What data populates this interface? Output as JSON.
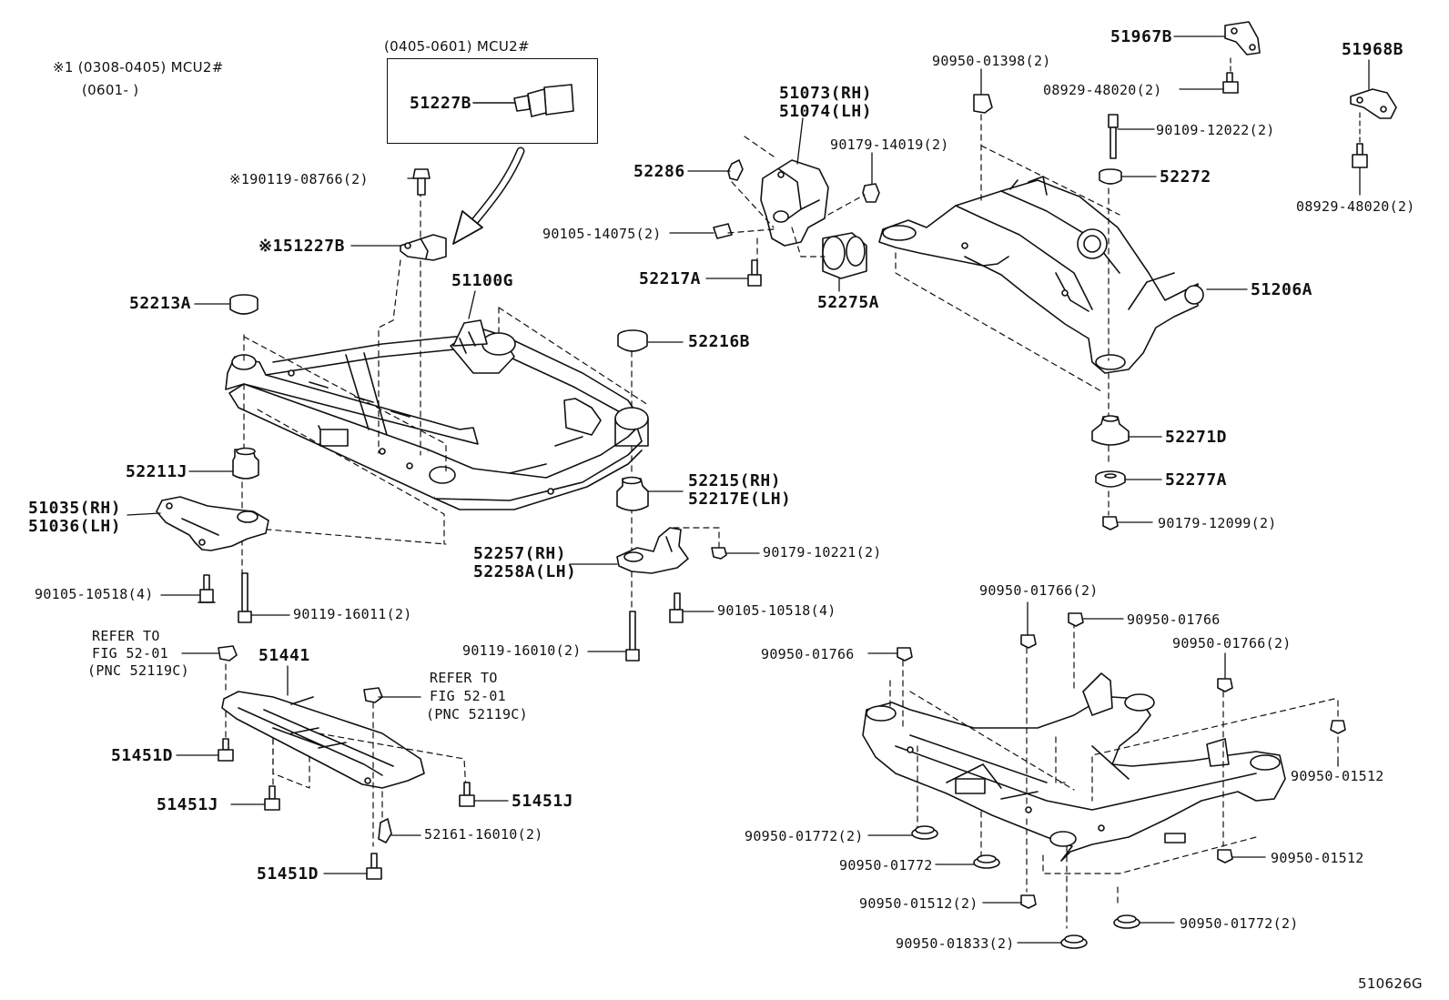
{
  "notes": {
    "note1_line1": "※1 (0308-0405) MCU2#",
    "note1_line2": "(0601-   )",
    "inset_title": "(0405-0601) MCU2#",
    "doc_code": "510626G"
  },
  "refer_notes": {
    "left": {
      "line1": "REFER TO",
      "line2": "FIG 52-01",
      "line3": "(PNC 52119C)"
    },
    "right": {
      "line1": "REFER TO",
      "line2": "FIG 52-01",
      "line3": "(PNC 52119C)"
    }
  },
  "parts": {
    "p51227B_inset": "51227B",
    "p90119_08766": "※190119-08766(2)",
    "p51227B": "※151227B",
    "p52213A": "52213A",
    "p51100G": "51100G",
    "p52211J": "52211J",
    "p51035": "51035(RH)",
    "p51036": "51036(LH)",
    "p90105_10518_a": "90105-10518(4)",
    "p90119_16011": "90119-16011(2)",
    "p52216B": "52216B",
    "p52215": "52215(RH)",
    "p52217E": "52217E(LH)",
    "p52257": "52257(RH)",
    "p52258A": "52258A(LH)",
    "p90179_10221": "90179-10221(2)",
    "p90105_10518_b": "90105-10518(4)",
    "p90119_16010": "90119-16010(2)",
    "p51441": "51441",
    "p51451D_a": "51451D",
    "p51451J_a": "51451J",
    "p51451J_b": "51451J",
    "p52161_16010": "52161-16010(2)",
    "p51451D_b": "51451D",
    "p51073": "51073(RH)",
    "p51074": "51074(LH)",
    "p52286": "52286",
    "p90179_14019": "90179-14019(2)",
    "p90105_14075": "90105-14075(2)",
    "p52217A": "52217A",
    "p52275A": "52275A",
    "p90950_01398": "90950-01398(2)",
    "p51967B": "51967B",
    "p08929_48020_a": "08929-48020(2)",
    "p51968B": "51968B",
    "p90109_12022": "90109-12022(2)",
    "p52272": "52272",
    "p08929_48020_b": "08929-48020(2)",
    "p51206A": "51206A",
    "p52271D": "52271D",
    "p52277A": "52277A",
    "p90179_12099": "90179-12099(2)",
    "p90950_01766_a": "90950-01766(2)",
    "p90950_01766_b": "90950-01766",
    "p90950_01766_c": "90950-01766",
    "p90950_01766_d": "90950-01766(2)",
    "p90950_01512_a": "90950-01512",
    "p90950_01772_a": "90950-01772(2)",
    "p90950_01772_b": "90950-01772",
    "p90950_01512_b": "90950-01512",
    "p90950_01512_c": "90950-01512(2)",
    "p90950_01833": "90950-01833(2)",
    "p90950_01772_c": "90950-01772(2)"
  }
}
